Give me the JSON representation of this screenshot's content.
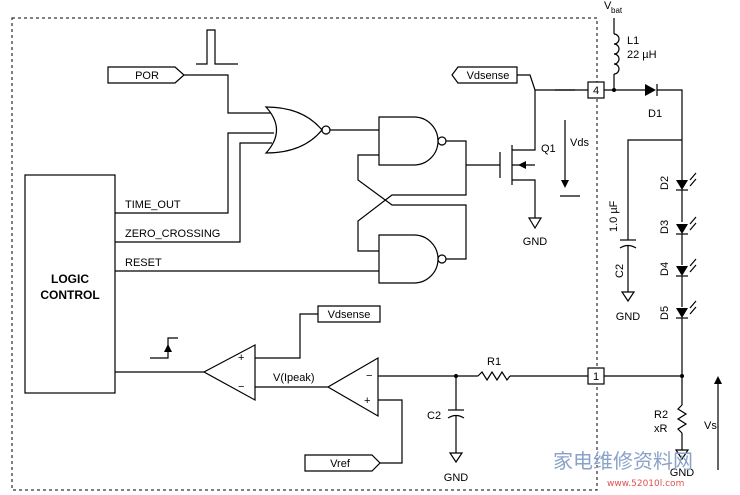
{
  "labels": {
    "por": "POR",
    "vdsense_top": "Vdsense",
    "vdsense_mid": "Vdsense",
    "vref": "Vref",
    "time_out": "TIME_OUT",
    "zero_crossing": "ZERO_CROSSING",
    "reset": "RESET",
    "logic_line1": "LOGIC",
    "logic_line2": "CONTROL",
    "q1": "Q1",
    "vds": "Vds",
    "gnd_q1": "GND",
    "gnd_c2_left": "GND",
    "gnd_c2_right": "GND",
    "gnd_r2": "GND",
    "vbat": "V",
    "vbat_sub": "bat",
    "l1": "L1",
    "l1_value": "22 µH",
    "d1": "D1",
    "d2": "D2",
    "d3": "D3",
    "d4": "D4",
    "d5": "D5",
    "c2_left": "C2",
    "c2_right": "C2",
    "cap_value": "1.0 µF",
    "r1": "R1",
    "r2": "R2",
    "r2_value": "xR",
    "vs": "Vs",
    "vipeak": "V(Ipeak)",
    "pin4": "4",
    "pin1": "1",
    "plus1": "+",
    "minus1": "−",
    "plus2": "+",
    "minus2": "−",
    "watermark": "家电维修资料网",
    "watermark_url": "www.52010l.com"
  }
}
